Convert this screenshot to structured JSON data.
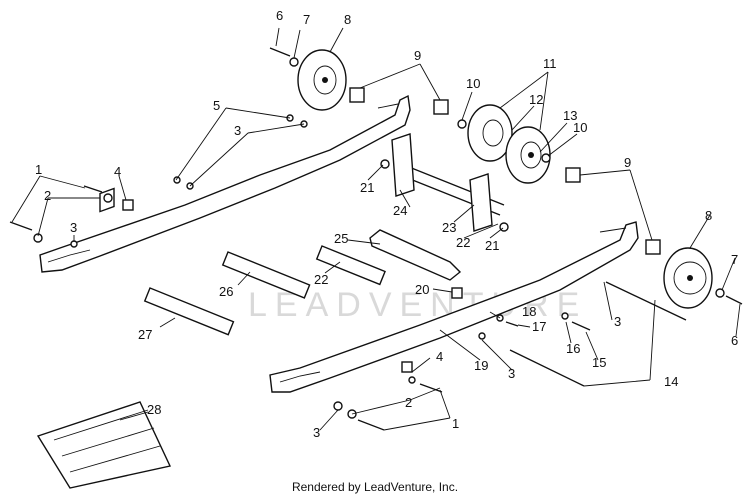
{
  "watermark_text": "LEADVENTURE",
  "footer_text": "Rendered by LeadVenture, Inc.",
  "callouts": [
    "1",
    "2",
    "3",
    "4",
    "5",
    "6",
    "7",
    "8",
    "9",
    "10",
    "11",
    "12",
    "13",
    "14",
    "15",
    "16",
    "17",
    "18",
    "19",
    "20",
    "21",
    "22",
    "23",
    "24",
    "25",
    "26",
    "27",
    "28"
  ],
  "labels": {
    "c6a": "6",
    "c7a": "7",
    "c8a": "8",
    "c9a": "9",
    "c10a": "10",
    "c11": "11",
    "c12": "12",
    "c13": "13",
    "c10b": "10",
    "c5": "5",
    "c3a": "3",
    "c1a": "1",
    "c4a": "4",
    "c2a": "2",
    "c3b": "3",
    "c21a": "21",
    "c24": "24",
    "c23": "23",
    "c22a": "22",
    "c21b": "21",
    "c9b": "9",
    "c8b": "8",
    "c7b": "7",
    "c6b": "6",
    "c25": "25",
    "c22b": "22",
    "c26": "26",
    "c20": "20",
    "c18": "18",
    "c17": "17",
    "c3c": "3",
    "c16": "16",
    "c15": "15",
    "c27": "27",
    "c19": "19",
    "c3d": "3",
    "c4b": "4",
    "c14": "14",
    "c2b": "2",
    "c1b": "1",
    "c3e": "3",
    "c28": "28"
  },
  "colors": {
    "ink": "#111111",
    "watermark": "#d9d9d9",
    "background": "#ffffff"
  }
}
